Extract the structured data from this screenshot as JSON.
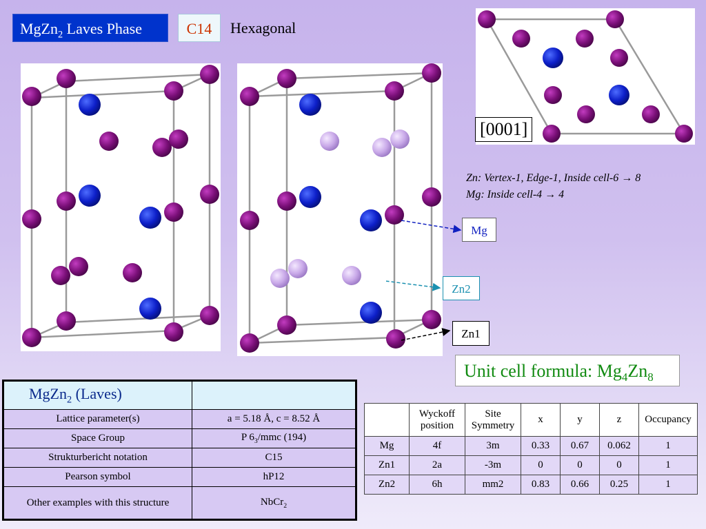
{
  "header": {
    "title_main": "MgZn",
    "title_sub": "2",
    "title_rest": " Laves Phase",
    "type": "C14",
    "system": "Hexagonal"
  },
  "projection": {
    "label": "[0001]"
  },
  "notes": {
    "zn": "Zn: Vertex-1, Edge-1, Inside cell-6 → 8",
    "mg": "Mg: Inside cell-4 → 4"
  },
  "labels": {
    "mg": "Mg",
    "zn2": "Zn2",
    "zn1": "Zn1"
  },
  "formula": {
    "prefix": "Unit cell formula: Mg",
    "mg_n": "4",
    "zn": "Zn",
    "zn_n": "8"
  },
  "properties": {
    "header_main": "MgZn",
    "header_sub": "2",
    "header_rest": " (Laves)",
    "rows": [
      {
        "label": "Lattice parameter(s)",
        "value": "a = 5.18 Å, c = 8.52 Å"
      },
      {
        "label": "Space Group",
        "value_a": "P 6",
        "value_sub": "3",
        "value_b": "/mmc (194)"
      },
      {
        "label": "Strukturbericht notation",
        "value": "C15"
      },
      {
        "label": "Pearson symbol",
        "value": "hP12"
      },
      {
        "label": "Other examples with this structure",
        "value_a": "NbCr",
        "value_sub": "2"
      }
    ]
  },
  "wyckoff": {
    "headers": [
      "",
      "Wyckoff position",
      "Site Symmetry",
      "x",
      "y",
      "z",
      "Occupancy"
    ],
    "rows": [
      [
        "Mg",
        "4f",
        "3m",
        "0.33",
        "0.67",
        "0.062",
        "1"
      ],
      [
        "Zn1",
        "2a",
        "-3m",
        "0",
        "0",
        "0",
        "1"
      ],
      [
        "Zn2",
        "6h",
        "mm2",
        "0.83",
        "0.66",
        "0.25",
        "1"
      ]
    ]
  },
  "colors": {
    "zn": "#7a0f78",
    "mg": "#0d1fc9",
    "zn2": "#c8a8e8"
  }
}
